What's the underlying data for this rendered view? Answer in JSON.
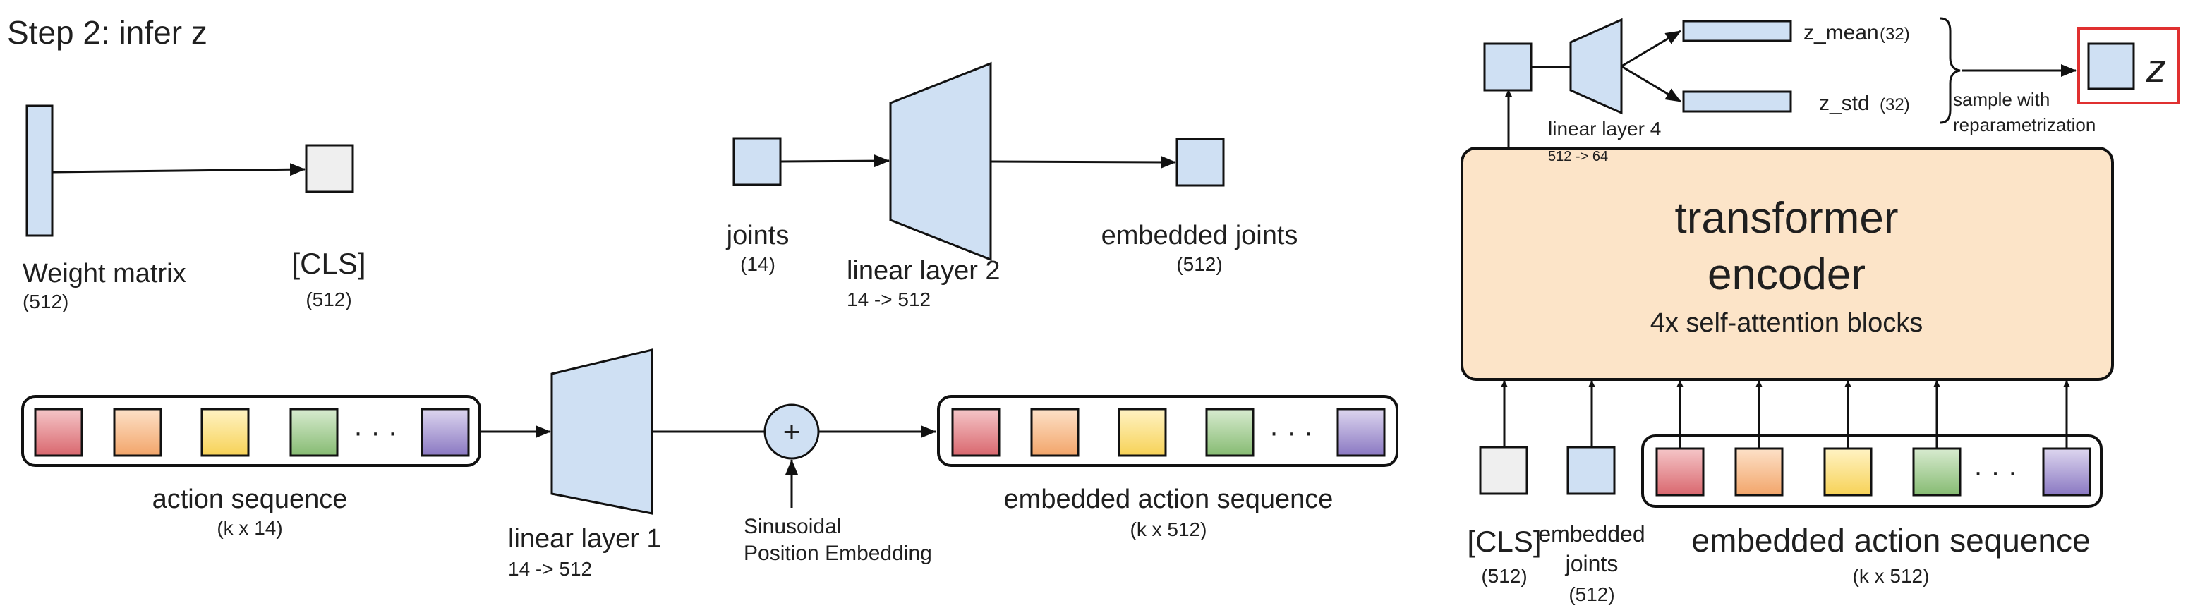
{
  "title": "Step 2: infer z",
  "labels": {
    "weight_matrix": "Weight matrix",
    "weight_matrix_dim": "(512)",
    "cls": "[CLS]",
    "cls_dim": "(512)",
    "joints": "joints",
    "joints_dim": "(14)",
    "linear2": "linear layer 2",
    "linear2_dim": "14 -> 512",
    "embedded_joints": "embedded joints",
    "embedded_joints_dim": "(512)",
    "action_seq": "action sequence",
    "action_seq_dim": "(k x 14)",
    "linear1": "linear layer 1",
    "linear1_dim": "14 -> 512",
    "plus": "+",
    "sinusoidal_1": "Sinusoidal",
    "sinusoidal_2": "Position Embedding",
    "embedded_action_seq": "embedded action sequence",
    "embedded_action_seq_dim": "(k x 512)",
    "dots": "· · ·",
    "linear4": "linear layer 4",
    "linear4_dim": "512 -> 64",
    "z_mean": "z_mean",
    "z_mean_dim": "(32)",
    "z_std": "z_std",
    "z_std_dim": "(32)",
    "sample_1": "sample with",
    "sample_2": "reparametrization",
    "z": "z",
    "transformer_1": "transformer",
    "transformer_2": "encoder",
    "transformer_sub": "4x self-attention blocks",
    "enc_cls": "[CLS]",
    "enc_cls_dim": "(512)",
    "enc_joints_1": "embedded",
    "enc_joints_2": "joints",
    "enc_joints_dim": "(512)",
    "enc_action_seq": "embedded action sequence",
    "enc_action_seq_dim": "(k x 512)"
  },
  "colors": {
    "blue_fill": "#cfe0f3",
    "gray_fill": "#efefef",
    "transformer_fill": "#fce4c8",
    "highlight": "#e03030",
    "token_colors": [
      "#e6a0a4",
      "#f7c9a0",
      "#fbe59b",
      "#b6d7a8",
      "#b4a7d6"
    ]
  }
}
